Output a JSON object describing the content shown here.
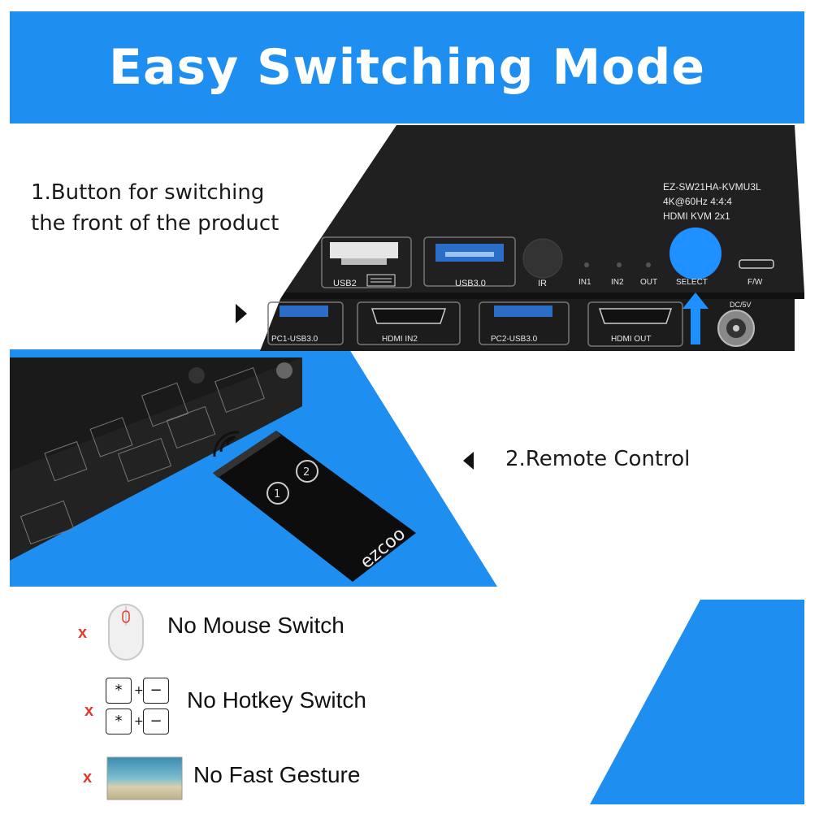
{
  "banner": {
    "title": "Easy Switching Mode"
  },
  "caption1": {
    "line1": "1.Button for switching",
    "line2": "the front of the product"
  },
  "caption2": {
    "text": "2.Remote Control"
  },
  "device": {
    "model_line1": "EZ-SW21HA-KVMU3L",
    "model_line2": "4K@60Hz 4:4:4",
    "model_line3": "HDMI KVM 2x1",
    "front_ports": {
      "usb2": "USB2",
      "usb3": "USB3.0",
      "ir": "IR",
      "in1": "IN1",
      "in2": "IN2",
      "out": "OUT",
      "select": "SELECT",
      "fw": "F/W"
    },
    "rear_ports": {
      "pc1": "PC1-USB3.0",
      "hdmi_in2": "HDMI IN2",
      "pc2": "PC2-USB3.0",
      "hdmi_out": "HDMI OUT",
      "dc": "DC/5V"
    }
  },
  "remote": {
    "brand": "ezcoo",
    "button1": "1",
    "button2": "2"
  },
  "features": [
    {
      "mark": "x",
      "label": "No Mouse Switch",
      "icon": "mouse-icon"
    },
    {
      "mark": "x",
      "label": "No Hotkey Switch",
      "icon": "hotkey-icon",
      "key1": "*",
      "key2": "−",
      "plus": "+"
    },
    {
      "mark": "x",
      "label": "No Fast Gesture",
      "icon": "gesture-icon"
    }
  ],
  "colors": {
    "accent": "#1f8ef1",
    "device": "#1e1e1e",
    "x_mark": "#e03a2f",
    "select_button": "#1e90ff"
  }
}
